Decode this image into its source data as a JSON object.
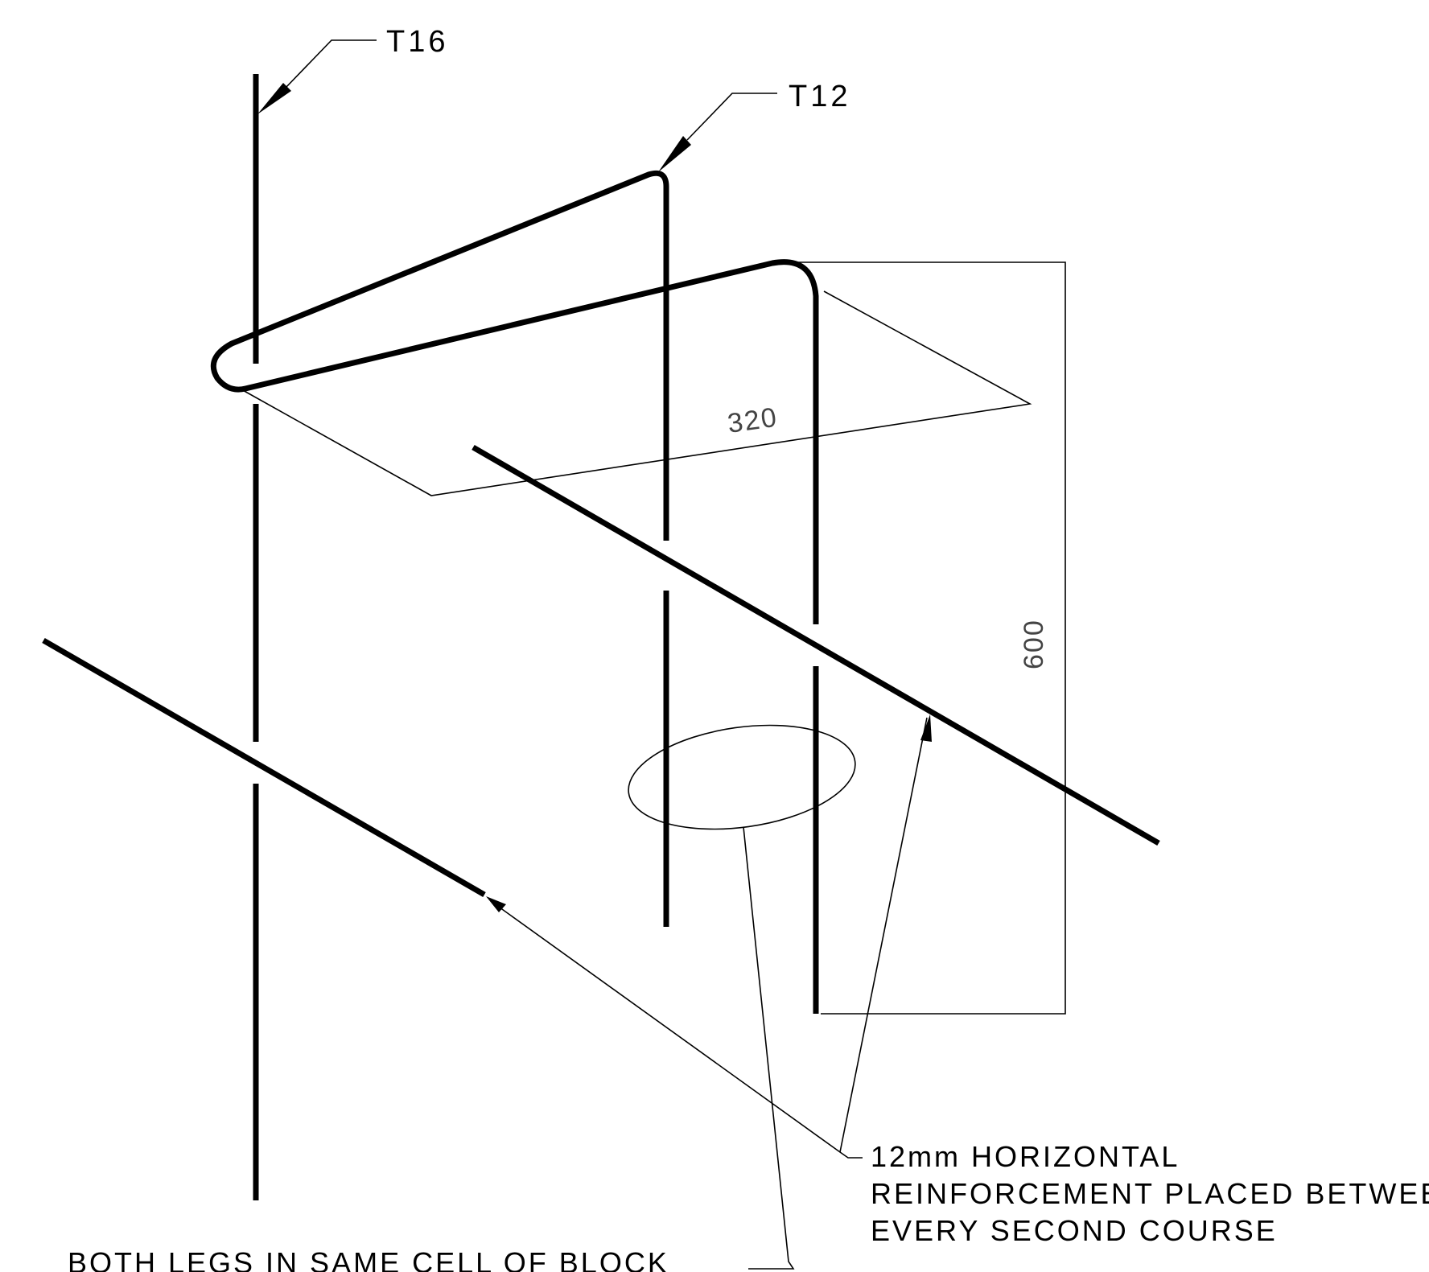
{
  "labels": {
    "t16": "T16",
    "t12": "T12",
    "dim_320": "320",
    "dim_600": "600",
    "note_horizontal": [
      "12mm  HORIZONTAL",
      "REINFORCEMENT  PLACED  BETWEEN",
      "EVERY  SECOND  COURSE"
    ],
    "note_legs": "BOTH  LEGS  IN  SAME  CELL  OF  BLOCK"
  }
}
